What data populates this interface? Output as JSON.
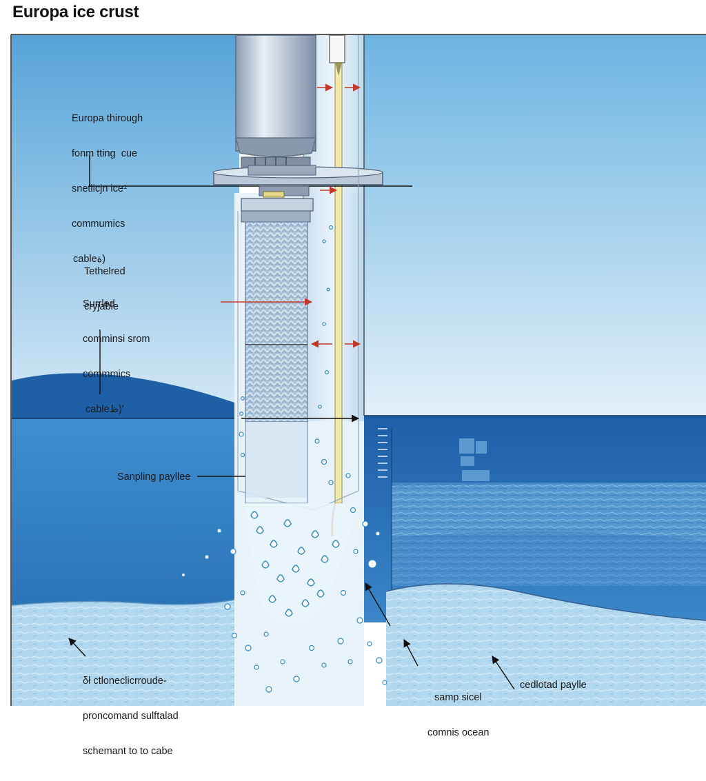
{
  "title": "Europa ice crust",
  "labels": {
    "top_left": [
      "Europa thirough",
      "fonm tting  cue",
      "snetlicjn ice¹",
      "commumics",
      "cableة)"
    ],
    "tethered": [
      "Tethelred",
      "cryjable"
    ],
    "surfled": [
      "Surrled",
      "comminsi srom",
      "commmics",
      "cableظ)ʹ"
    ],
    "sampling": "Sanpling payllee",
    "bottom_left": [
      "δł ctloneclicrroude-",
      "proncomand sulftalad",
      "schemant to to cabe"
    ],
    "bottom_mid": [
      "samp sicel",
      "comnis ocean"
    ],
    "bottom_right": "cedlotad paylle"
  },
  "colors": {
    "sky_top": "#5aa7da",
    "sky_bottom": "#cfe6f5",
    "ocean": "#2f7fc4",
    "deep_ocean": "#1f5fa6",
    "ice_floor": "#a9d3ec",
    "probe": "#b7c6d8",
    "cable": "#f2e7a6",
    "arrow": "#c0392b"
  }
}
